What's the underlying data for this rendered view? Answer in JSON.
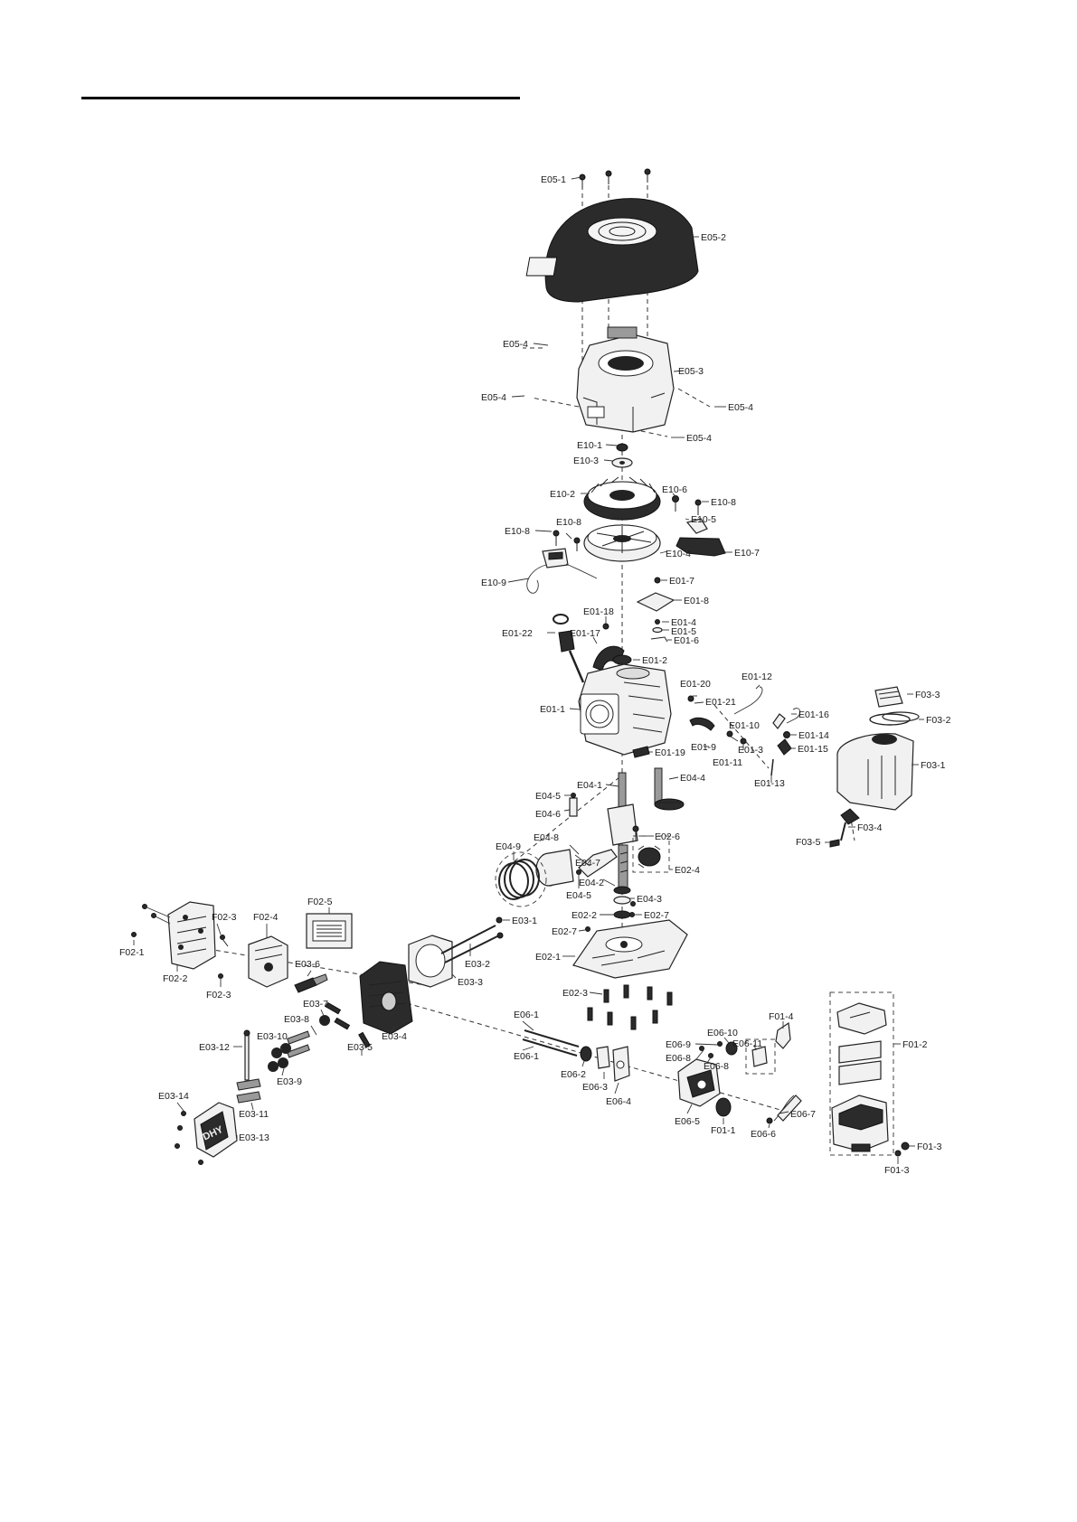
{
  "labels": {
    "E05-1": "E05-1",
    "E05-2": "E05-2",
    "E05-3": "E05-3",
    "E05-4a": "E05-4",
    "E05-4b": "E05-4",
    "E05-4c": "E05-4",
    "E05-4d": "E05-4",
    "E10-1": "E10-1",
    "E10-2": "E10-2",
    "E10-3": "E10-3",
    "E10-4": "E10-4",
    "E10-5": "E10-5",
    "E10-6": "E10-6",
    "E10-7": "E10-7",
    "E10-8a": "E10-8",
    "E10-8b": "E10-8",
    "E10-8c": "E10-8",
    "E10-9": "E10-9",
    "E01-1": "E01-1",
    "E01-2": "E01-2",
    "E01-3": "E01-3",
    "E01-4": "E01-4",
    "E01-5": "E01-5",
    "E01-6": "E01-6",
    "E01-7": "E01-7",
    "E01-8": "E01-8",
    "E01-9": "E01-9",
    "E01-10": "E01-10",
    "E01-11": "E01-11",
    "E01-12": "E01-12",
    "E01-13": "E01-13",
    "E01-14": "E01-14",
    "E01-15": "E01-15",
    "E01-16": "E01-16",
    "E01-17": "E01-17",
    "E01-18": "E01-18",
    "E01-19": "E01-19",
    "E01-20": "E01-20",
    "E01-21": "E01-21",
    "E01-22": "E01-22",
    "F03-1": "F03-1",
    "F03-2": "F03-2",
    "F03-3": "F03-3",
    "F03-4": "F03-4",
    "F03-5": "F03-5",
    "E04-1": "E04-1",
    "E04-2": "E04-2",
    "E04-3": "E04-3",
    "E04-4": "E04-4",
    "E04-5a": "E04-5",
    "E04-5b": "E04-5",
    "E04-6": "E04-6",
    "E04-7": "E04-7",
    "E04-8": "E04-8",
    "E04-9": "E04-9",
    "E02-1": "E02-1",
    "E02-2": "E02-2",
    "E02-3": "E02-3",
    "E02-4": "E02-4",
    "E02-6": "E02-6",
    "E02-7a": "E02-7",
    "E02-7b": "E02-7",
    "F02-1": "F02-1",
    "F02-2": "F02-2",
    "F02-3a": "F02-3",
    "F02-3b": "F02-3",
    "F02-4": "F02-4",
    "F02-5": "F02-5",
    "E03-1": "E03-1",
    "E03-2": "E03-2",
    "E03-3": "E03-3",
    "E03-4": "E03-4",
    "E03-5": "E03-5",
    "E03-6": "E03-6",
    "E03-7": "E03-7",
    "E03-8": "E03-8",
    "E03-9": "E03-9",
    "E03-10": "E03-10",
    "E03-11": "E03-11",
    "E03-12": "E03-12",
    "E03-13": "E03-13",
    "E03-14": "E03-14",
    "E06-1a": "E06-1",
    "E06-1b": "E06-1",
    "E06-2": "E06-2",
    "E06-3": "E06-3",
    "E06-4": "E06-4",
    "E06-5": "E06-5",
    "E06-6": "E06-6",
    "E06-7": "E06-7",
    "E06-8a": "E06-8",
    "E06-8b": "E06-8",
    "E06-9": "E06-9",
    "E06-10": "E06-10",
    "E06-11": "E06-11",
    "F01-1": "F01-1",
    "F01-2": "F01-2",
    "F01-3a": "F01-3",
    "F01-3b": "F01-3",
    "F01-4": "F01-4"
  },
  "decal": {
    "brand_text": "DHY"
  }
}
